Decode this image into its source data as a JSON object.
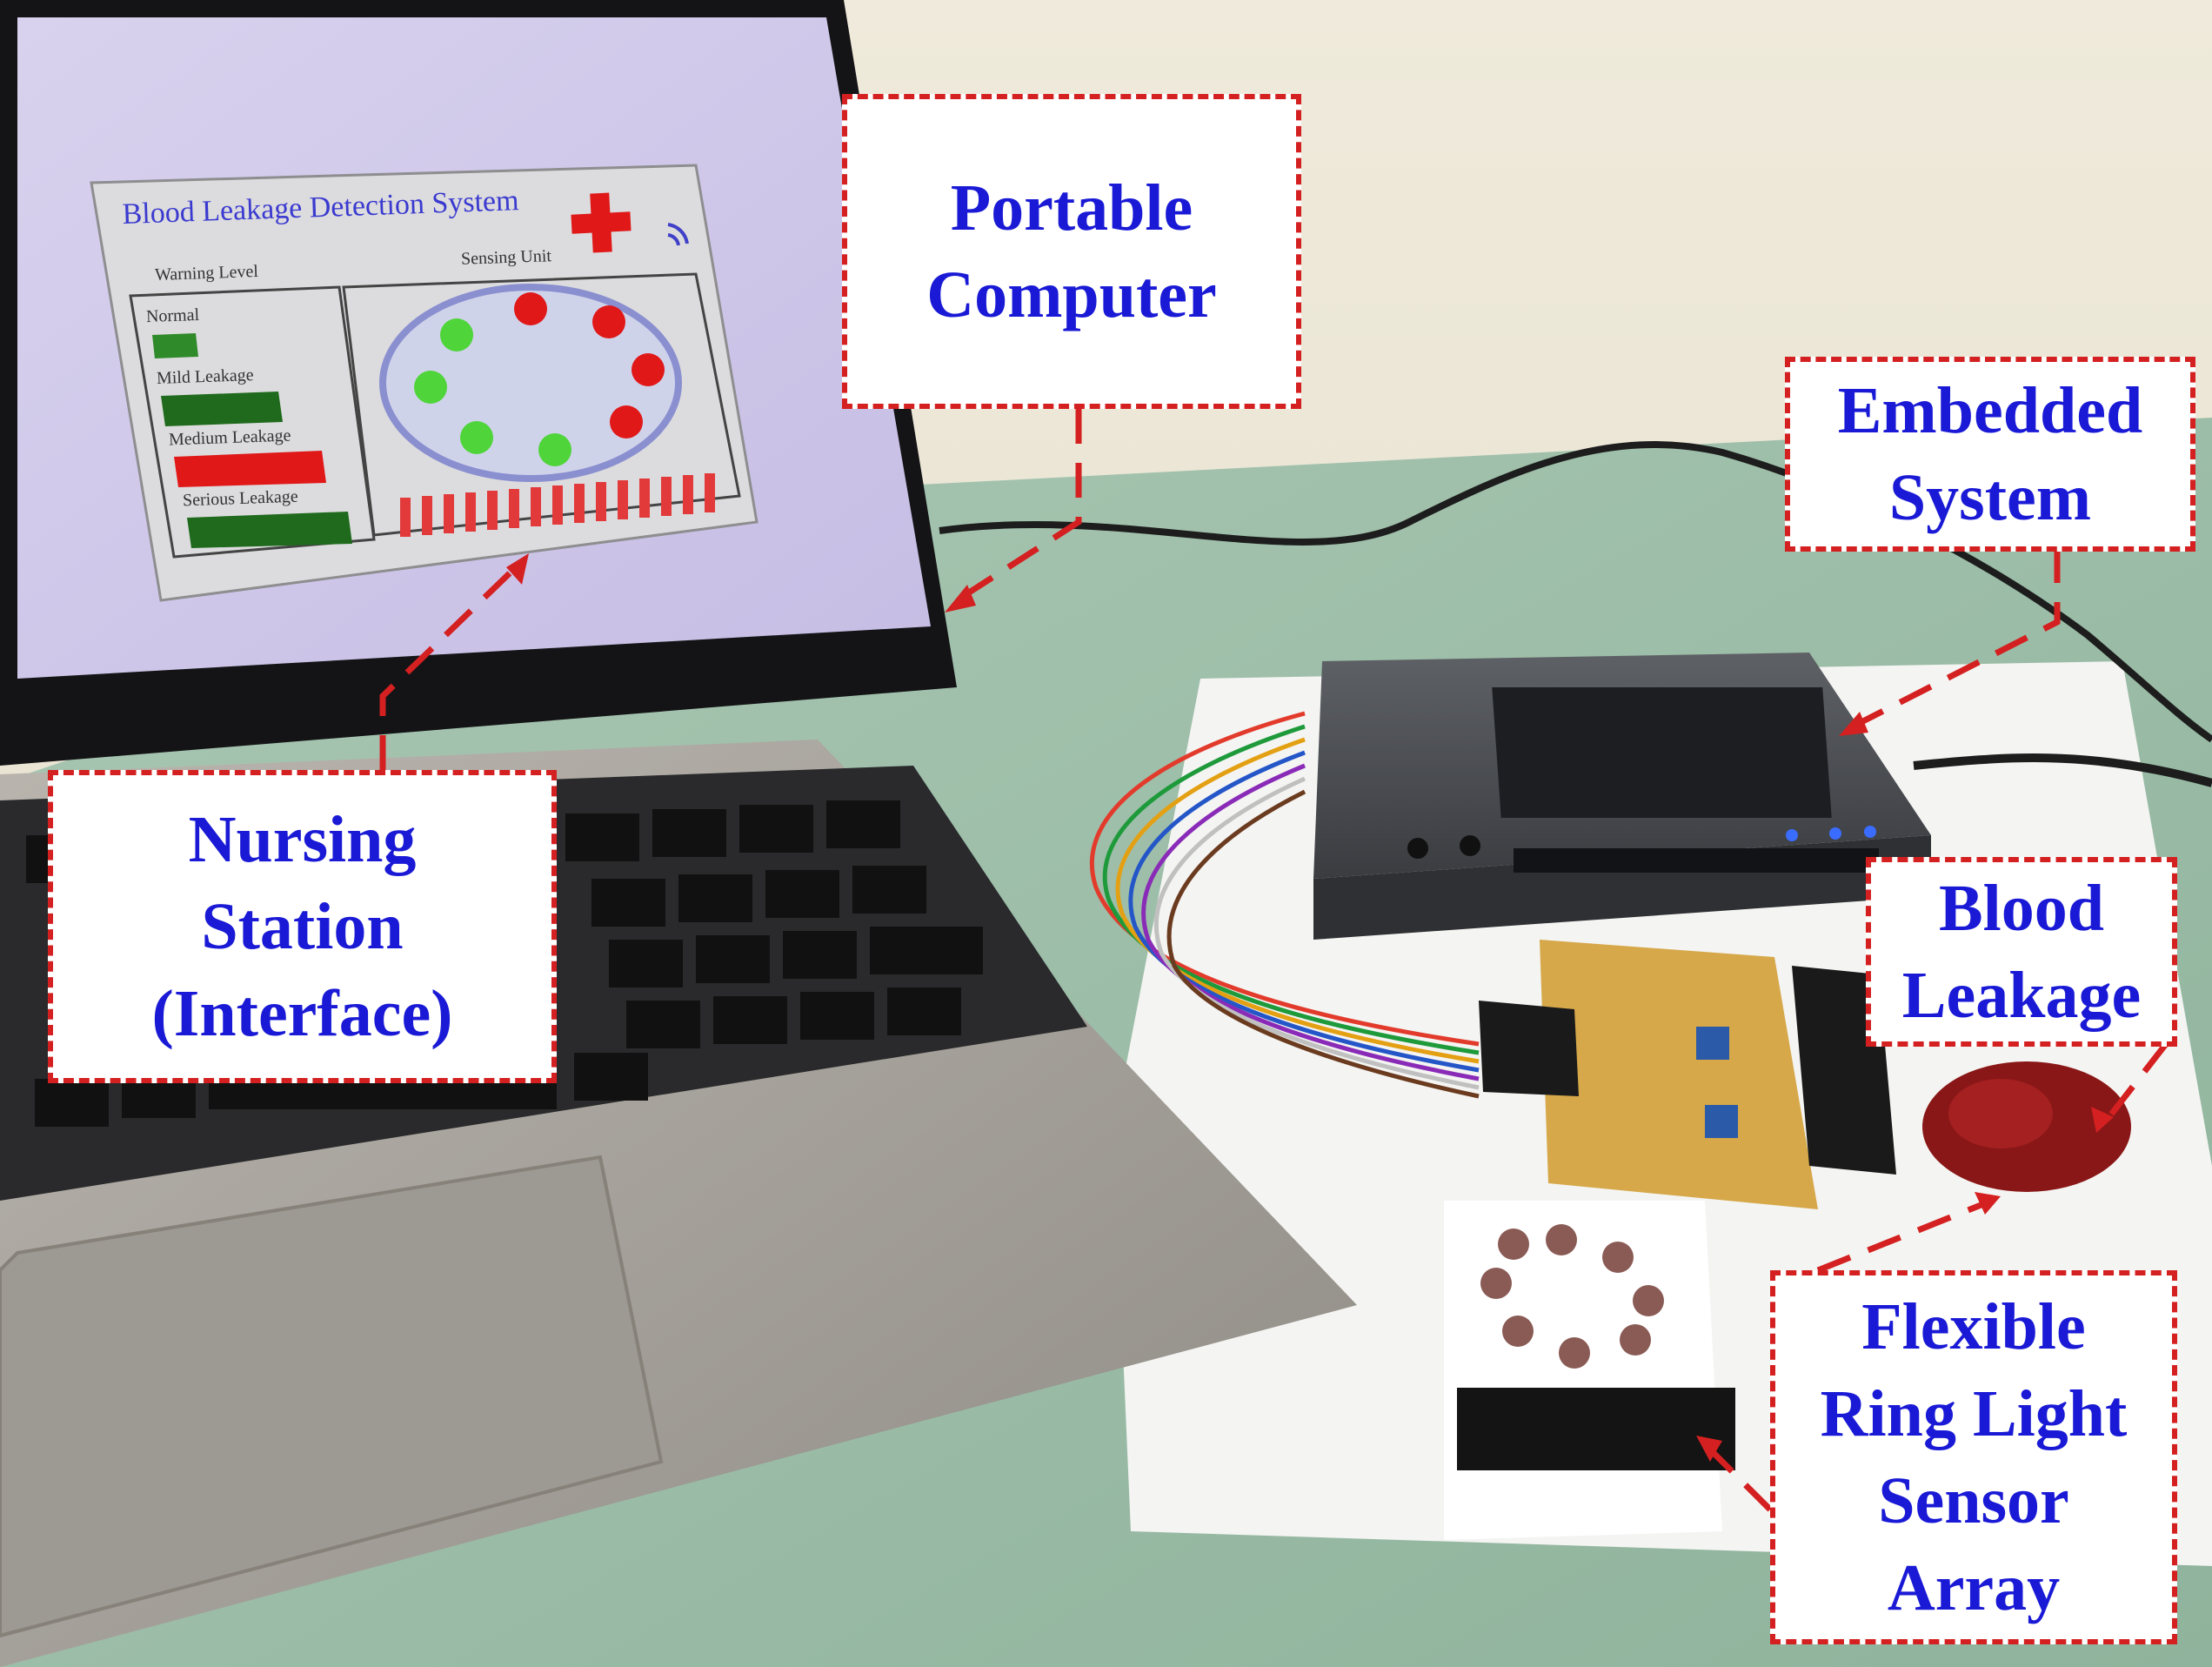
{
  "colors": {
    "label_text": "#1a1ad6",
    "label_border": "#d42020",
    "arrow": "#d42020",
    "led_green": "#4fd43a",
    "led_red": "#e01818"
  },
  "labels": {
    "portable_computer": "Portable\nComputer",
    "embedded_system": "Embedded\nSystem",
    "nursing_station": "Nursing\nStation\n(Interface)",
    "blood_leakage": "Blood\nLeakage",
    "sensor_array": "Flexible\nRing Light\nSensor\nArray"
  },
  "screen_ui": {
    "title": "Blood Leakage Detection System",
    "warning_level_heading": "Warning Level",
    "sensing_unit_heading": "Sensing Unit",
    "levels": [
      "Normal",
      "Mild Leakage",
      "Medium Leakage",
      "Serious Leakage"
    ],
    "icons": [
      "medical-cross-icon",
      "wifi-icon"
    ]
  }
}
